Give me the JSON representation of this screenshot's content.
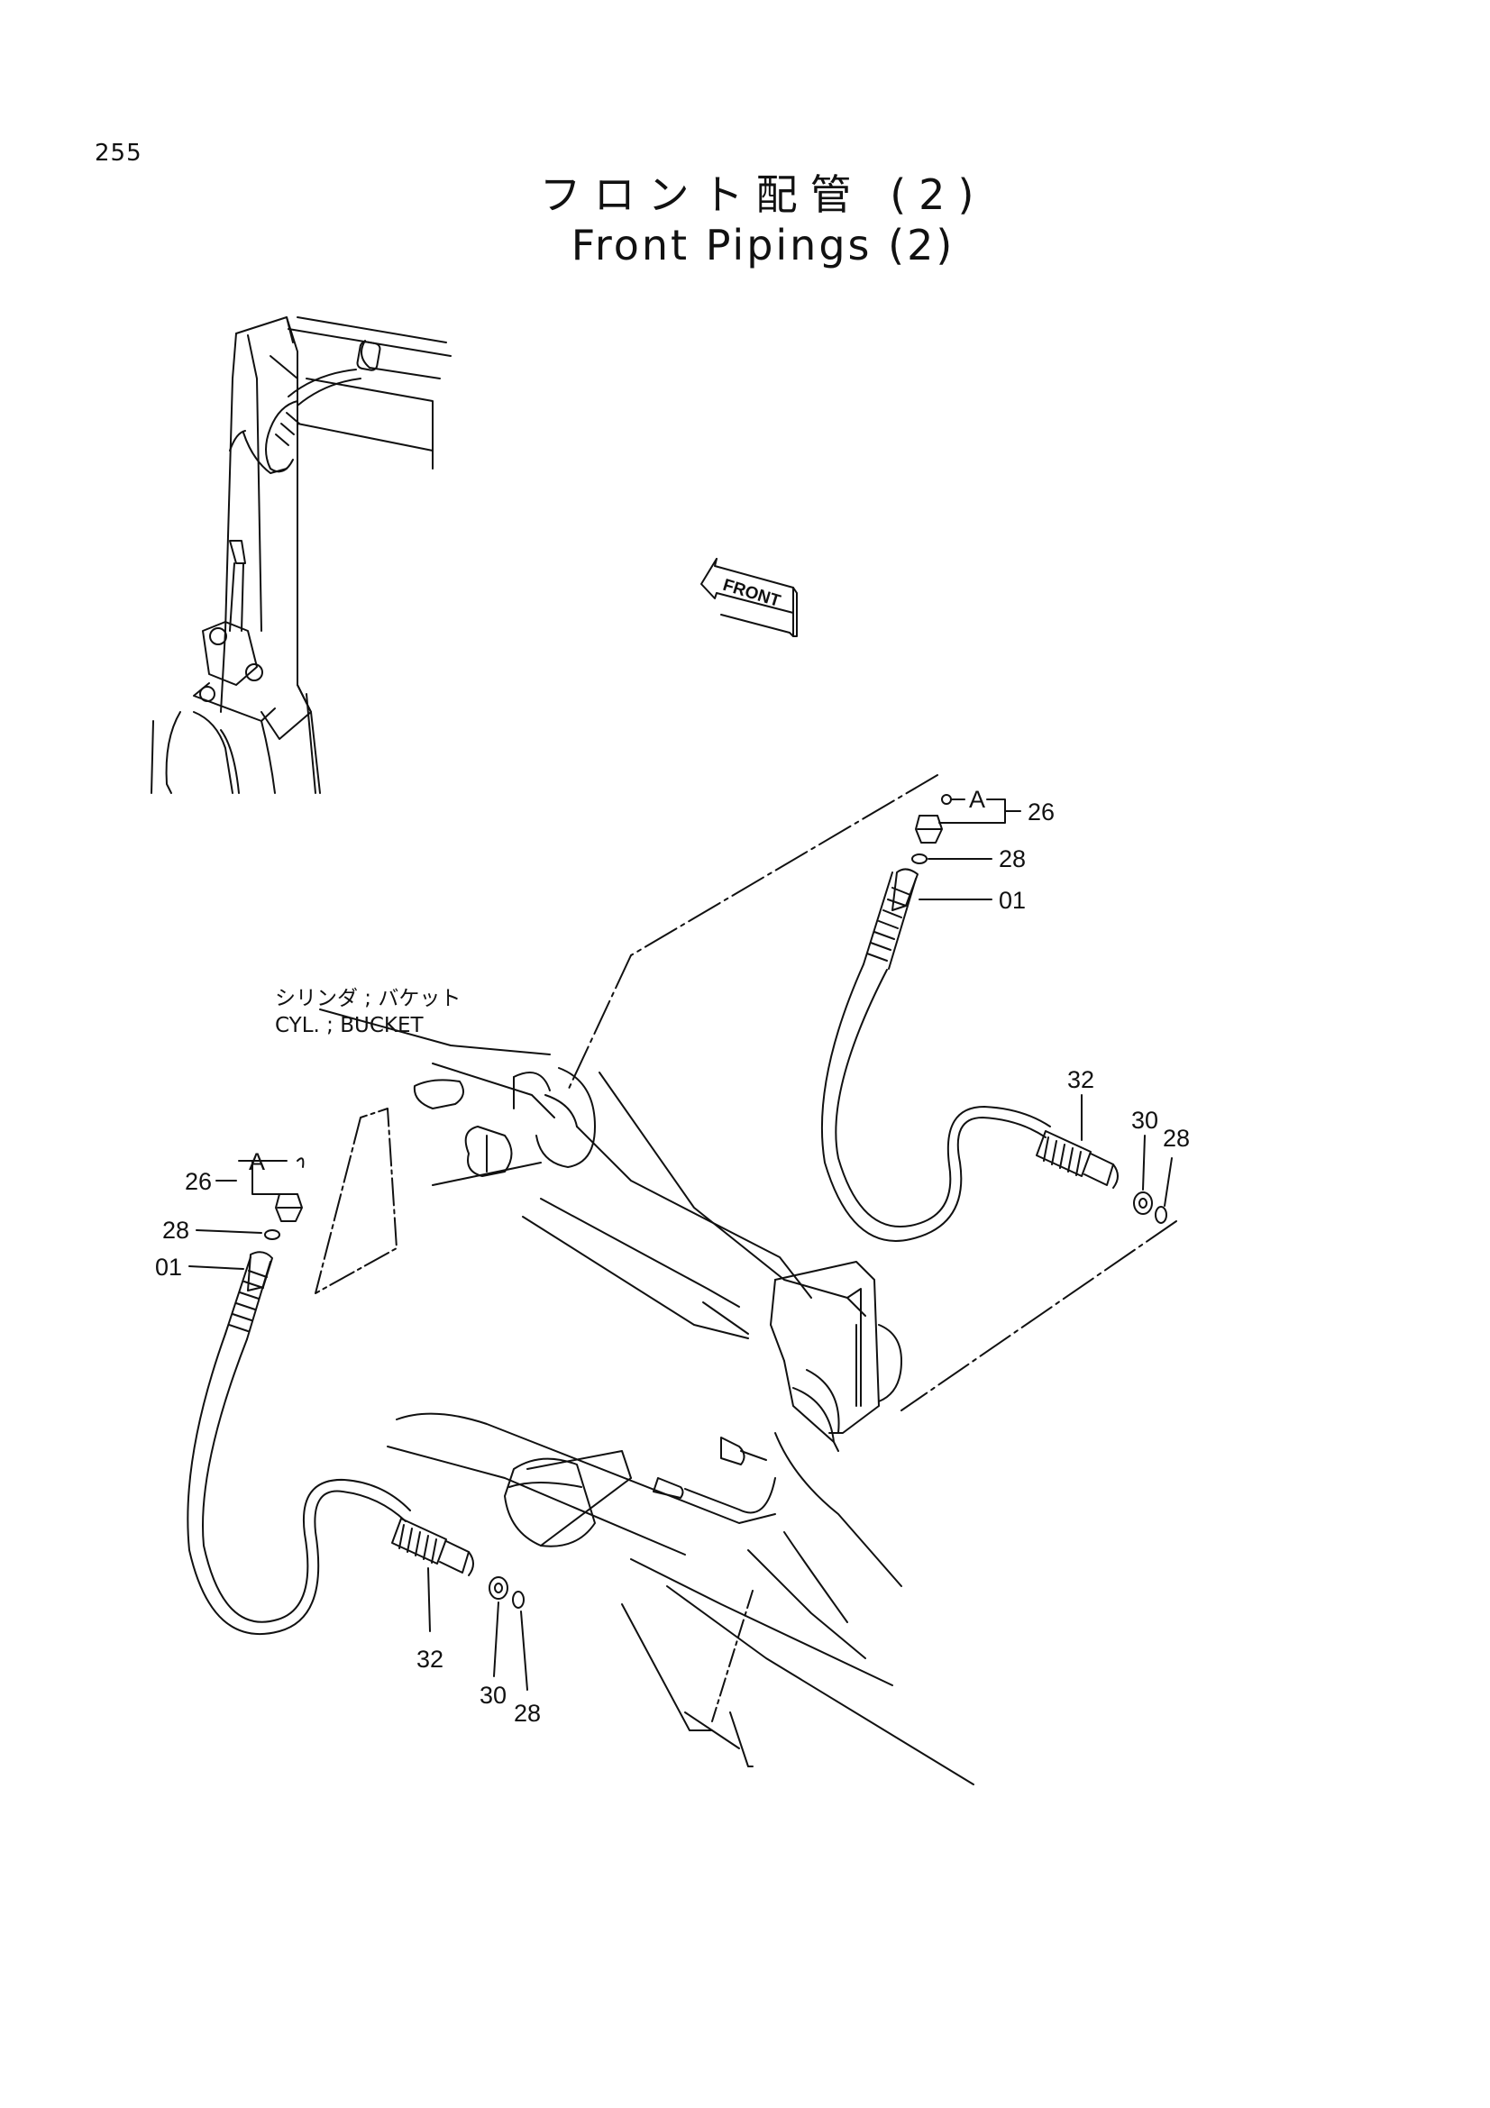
{
  "page_number": "255",
  "title_jp": "フロント配管 (2)",
  "title_en": "Front Pipings (2)",
  "front_tag": "FRONT",
  "cylinder_label_jp": "シリンダ ; バケット",
  "cylinder_label_en": "CYL. ; BUCKET",
  "callouts": {
    "r_a": "A",
    "r_26": "26",
    "r_28a": "28",
    "r_01": "01",
    "r_32": "32",
    "r_30": "30",
    "r_28b": "28",
    "l_a": "A",
    "l_26": "26",
    "l_28a": "28",
    "l_01": "01",
    "l_32": "32",
    "l_30": "30",
    "l_28b": "28"
  }
}
